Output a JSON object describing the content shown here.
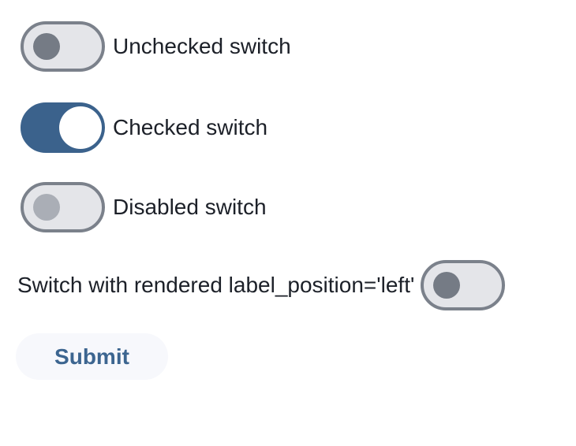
{
  "colors": {
    "page_background": "#ffffff",
    "checked_track": "#3b628c",
    "unchecked_track": "#e4e5e9",
    "track_border": "#7b818b",
    "thumb_unchecked": "#757b85",
    "thumb_checked": "#ffffff",
    "thumb_disabled": "#aaaeb6",
    "label_text": "#1c2028",
    "button_background": "#f7f8fc",
    "button_text": "#3c6590"
  },
  "switches": [
    {
      "label": "Unchecked switch",
      "checked": false,
      "disabled": false,
      "label_position": "right"
    },
    {
      "label": "Checked switch",
      "checked": true,
      "disabled": false,
      "label_position": "right"
    },
    {
      "label": "Disabled switch",
      "checked": false,
      "disabled": true,
      "label_position": "right"
    },
    {
      "label": "Switch with rendered label_position='left'",
      "checked": false,
      "disabled": false,
      "label_position": "left"
    }
  ],
  "submit_button": {
    "label": "Submit"
  }
}
